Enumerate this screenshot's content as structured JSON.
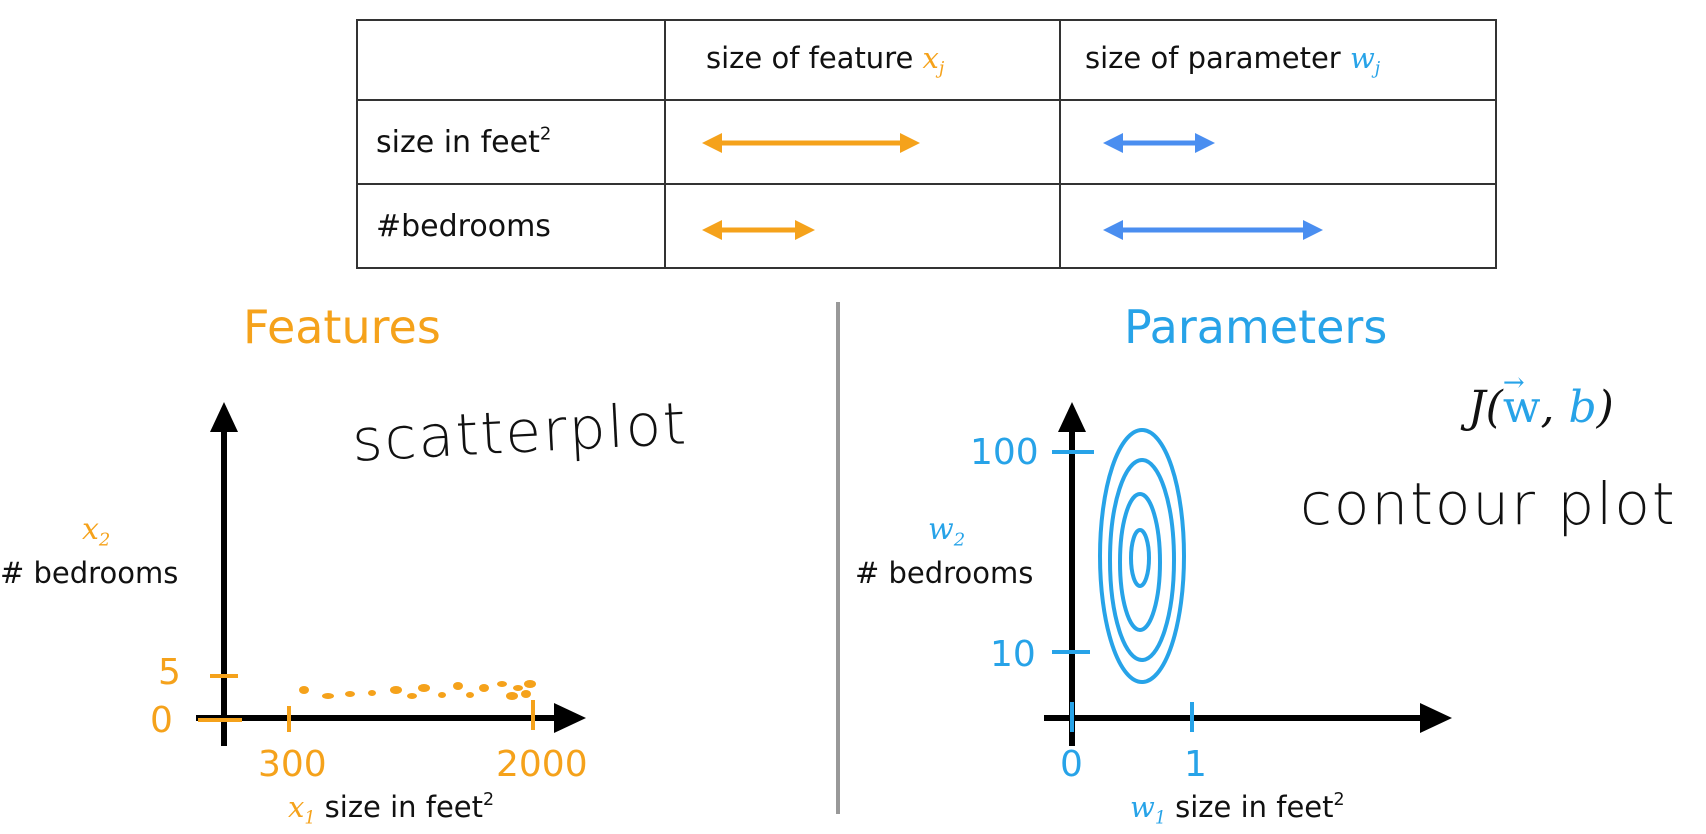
{
  "table": {
    "header_col1": "size of feature ",
    "header_col1_var": "x",
    "header_col1_sub": "j",
    "header_col2": "size of parameter ",
    "header_col2_var": "w",
    "header_col2_sub": "j",
    "row1_label": "size in feet",
    "row1_label_sup": "2",
    "row2_label": "#bedrooms"
  },
  "features": {
    "title": "Features",
    "handwritten": "scatterplot",
    "y_var": "x",
    "y_var_sub": "2",
    "y_label": "# bedrooms",
    "x_var": "x",
    "x_var_sub": "1",
    "x_label": " size in feet",
    "x_label_sup": "2",
    "tick_y_low": "0",
    "tick_y_high": "5",
    "tick_x_low": "300",
    "tick_x_high": "2000"
  },
  "parameters": {
    "title": "Parameters",
    "cost_fn": "J(",
    "cost_w": "w",
    "cost_sep": ", ",
    "cost_b": "b",
    "cost_close": ")",
    "handwritten": "contour plot",
    "y_var": "w",
    "y_var_sub": "2",
    "y_label": "# bedrooms",
    "x_var": "w",
    "x_var_sub": "1",
    "x_label": " size in feet",
    "x_label_sup": "2",
    "tick_y_low": "10",
    "tick_y_high": "100",
    "tick_x_low": "0",
    "tick_x_high": "1"
  },
  "colors": {
    "feature": "#f5a21b",
    "parameter": "#27a3e8",
    "arrow_blue": "#4a8ef0",
    "axis": "#000000",
    "divider": "#999999"
  }
}
